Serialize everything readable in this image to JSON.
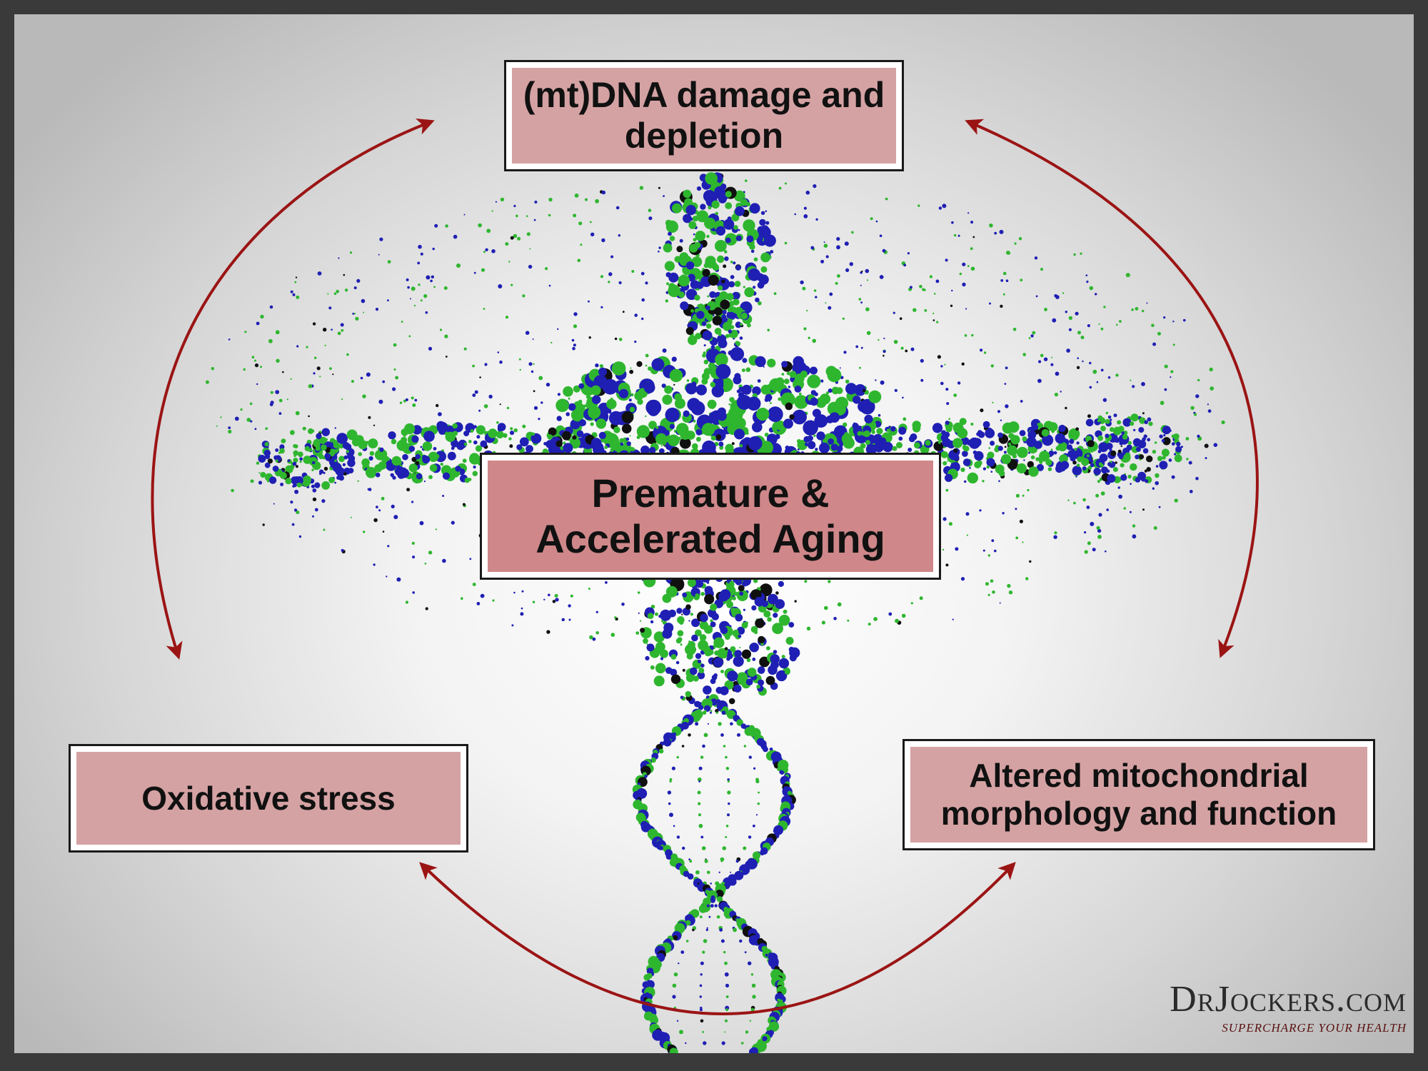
{
  "nodes": {
    "top": "(mt)DNA damage and depletion",
    "center": "Premature & Accelerated Aging",
    "left": "Oxidative stress",
    "right": "Altered mitochondrial morphology and function"
  },
  "logo": {
    "brand": "DrJockers.com",
    "tagline": "SUPERCHARGE YOUR HEALTH"
  },
  "colors": {
    "arrow": "#9b1414",
    "box_fill": "#d5a2a3",
    "center_fill": "#cf8789",
    "dot_green": "#2fb62f",
    "dot_blue": "#1f1fb4",
    "dot_dark": "#101010"
  },
  "edges": [
    {
      "from": "top",
      "to": "left",
      "bidirectional": true
    },
    {
      "from": "top",
      "to": "right",
      "bidirectional": true
    },
    {
      "from": "left",
      "to": "right",
      "bidirectional": true
    }
  ]
}
